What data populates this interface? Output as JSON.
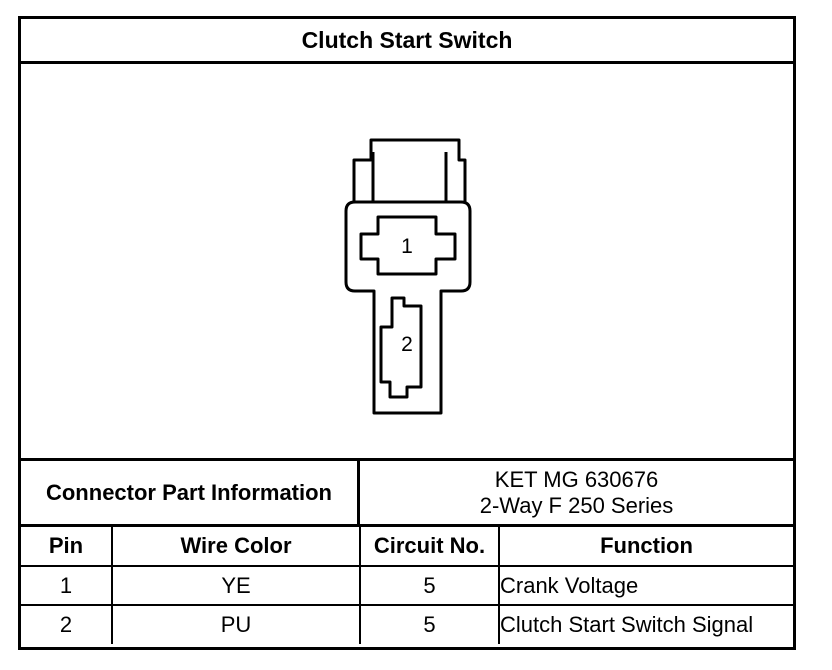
{
  "title": "Clutch Start Switch",
  "connector": {
    "label": "Connector Part Information",
    "part_lines": [
      "KET MG 630676",
      "2-Way F 250 Series"
    ]
  },
  "pinout": {
    "headers": [
      "Pin",
      "Wire Color",
      "Circuit No.",
      "Function"
    ],
    "rows": [
      {
        "pin": "1",
        "wire": "YE",
        "circuit": "5",
        "function": "Crank Voltage"
      },
      {
        "pin": "2",
        "wire": "PU",
        "circuit": "5",
        "function": "Clutch Start Switch Signal"
      }
    ]
  },
  "diagram": {
    "pin_labels": [
      "1",
      "2"
    ]
  }
}
